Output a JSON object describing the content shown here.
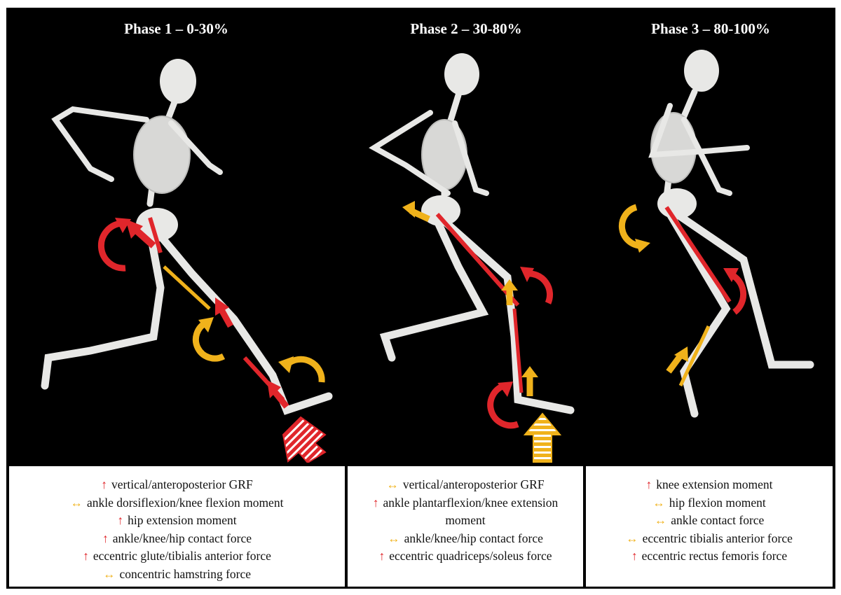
{
  "colors": {
    "background": "#000000",
    "bone": "#e8e8e6",
    "increase": "#e0262b",
    "unchanged": "#f0b21b"
  },
  "icons": {
    "increase": "up-arrow-icon",
    "unchanged": "left-right-arrow-icon"
  },
  "symbols": {
    "up": "↑",
    "lr": "↔"
  },
  "phases": [
    {
      "title": "Phase 1 – 0-30%",
      "items": [
        {
          "kind": "increase",
          "text": "vertical/anteroposterior GRF"
        },
        {
          "kind": "unchanged",
          "text": "ankle dorsiflexion/knee flexion moment"
        },
        {
          "kind": "increase",
          "text": "hip extension moment"
        },
        {
          "kind": "increase",
          "text": "ankle/knee/hip contact force"
        },
        {
          "kind": "increase",
          "text": "eccentric glute/tibialis anterior force"
        },
        {
          "kind": "unchanged",
          "text": "concentric hamstring force"
        }
      ]
    },
    {
      "title": "Phase 2 – 30-80%",
      "items": [
        {
          "kind": "unchanged",
          "text": "vertical/anteroposterior GRF"
        },
        {
          "kind": "increase",
          "text": "ankle plantarflexion/knee extension moment"
        },
        {
          "kind": "unchanged",
          "text": "ankle/knee/hip contact force"
        },
        {
          "kind": "increase",
          "text": "eccentric quadriceps/soleus force"
        }
      ]
    },
    {
      "title": "Phase 3 – 80-100%",
      "items": [
        {
          "kind": "increase",
          "text": "knee extension moment"
        },
        {
          "kind": "unchanged",
          "text": "hip flexion moment"
        },
        {
          "kind": "unchanged",
          "text": "ankle contact force"
        },
        {
          "kind": "unchanged",
          "text": "eccentric tibialis anterior force"
        },
        {
          "kind": "increase",
          "text": "eccentric rectus femoris force"
        }
      ]
    }
  ]
}
